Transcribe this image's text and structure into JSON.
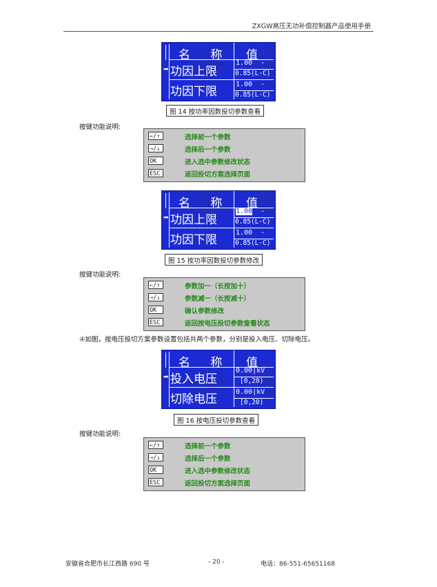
{
  "header": {
    "title": "ZXGW高压无功补偿控制器产品使用手册"
  },
  "panels": [
    {
      "col_name": "名 称",
      "col_value": "值",
      "row1_label": "功因上限",
      "row1_value": "1.00",
      "row1_dash": "-",
      "row1_range": "0.85(L-C)",
      "row2_label": "功因下限",
      "row2_value": "1.00",
      "row2_dash": "-",
      "row2_range": "0.85(L-C)",
      "caption": "图 14 按功率因数投切参数查看"
    },
    {
      "col_name": "名 称",
      "col_value": "值",
      "row1_label": "功因上限",
      "row1_value": "1.00",
      "row1_dash": "-",
      "row1_range": "0.85(L-C)",
      "row2_label": "功因下限",
      "row2_value": "1.00",
      "row2_dash": "-",
      "row2_range": "0.85(L-C)",
      "caption": "图 15 按功率因数投切参数修改"
    },
    {
      "col_name": "名 称",
      "col_value": "值",
      "row1_label": "投入电压",
      "row1_value": "0.00",
      "row1_unit": "kV",
      "row1_range": "[0,20)",
      "row2_label": "切除电压",
      "row2_value": "0.00",
      "row2_unit": "kV",
      "row2_range": "[0,20)",
      "caption": "图 16 按电压投切参数查看"
    }
  ],
  "key_label": "按键功能说明:",
  "keys": [
    [
      {
        "key": "←/↑",
        "desc": "选择前一个参数"
      },
      {
        "key": "→/↓",
        "desc": "选择后一个参数"
      },
      {
        "key": "OK",
        "desc": "进入选中参数修改状态"
      },
      {
        "key": "ESC",
        "desc": "返回投切方案选择页面"
      }
    ],
    [
      {
        "key": "←/↑",
        "desc": "参数加一（长按加十）"
      },
      {
        "key": "→/↓",
        "desc": "参数减一（长按减十）"
      },
      {
        "key": "OK",
        "desc": "确认参数修改"
      },
      {
        "key": "ESC",
        "desc": "返回按电压投切参数查看状态"
      }
    ],
    [
      {
        "key": "←/↑",
        "desc": "选择前一个参数"
      },
      {
        "key": "→/↓",
        "desc": "选择后一个参数"
      },
      {
        "key": "OK",
        "desc": "进入选中参数修改状态"
      },
      {
        "key": "ESC",
        "desc": "返回投切方案选择页面"
      }
    ]
  ],
  "paragraph": "④如图，按电压投切方案参数设置包括共两个参数，分别是投入电压、切除电压。",
  "footer": {
    "address": "安徽省合肥市长江西路 690 号",
    "page": "- 20 -",
    "phone": "电话：86-551-65651168"
  }
}
